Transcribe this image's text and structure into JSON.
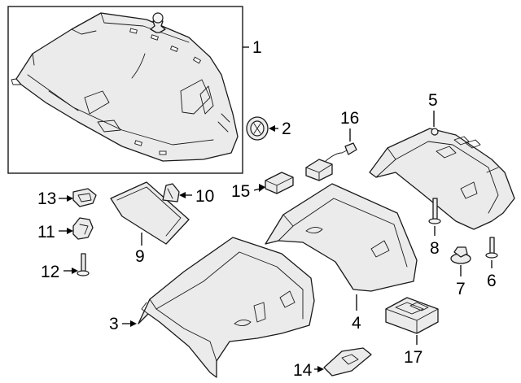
{
  "callouts": {
    "c1": "1",
    "c2": "2",
    "c3": "3",
    "c4": "4",
    "c5": "5",
    "c6": "6",
    "c7": "7",
    "c8": "8",
    "c9": "9",
    "c10": "10",
    "c11": "11",
    "c12": "12",
    "c13": "13",
    "c14": "14",
    "c15": "15",
    "c16": "16",
    "c17": "17"
  },
  "colors": {
    "line": "#1a1a1a",
    "fill": "#ebebeb",
    "background": "#ffffff"
  }
}
